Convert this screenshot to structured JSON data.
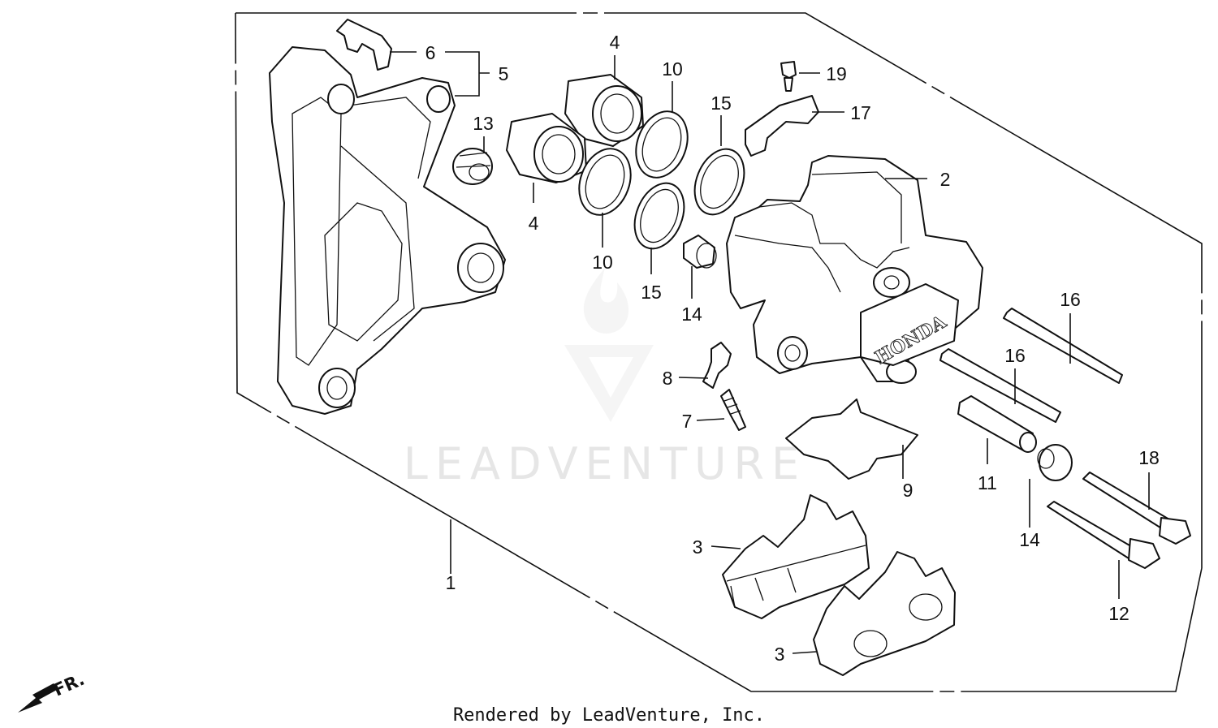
{
  "diagram": {
    "callouts": {
      "c1": "1",
      "c2": "2",
      "c3a": "3",
      "c3b": "3",
      "c4a": "4",
      "c4b": "4",
      "c5": "5",
      "c6": "6",
      "c7": "7",
      "c8": "8",
      "c9": "9",
      "c10a": "10",
      "c10b": "10",
      "c11": "11",
      "c12": "12",
      "c13": "13",
      "c14a": "14",
      "c14b": "14",
      "c15a": "15",
      "c15b": "15",
      "c16a": "16",
      "c16b": "16",
      "c17": "17",
      "c18": "18",
      "c19": "19"
    },
    "caliper_brand": "HONDA",
    "direction_label": "FR.",
    "watermark": "LEADVENTURE",
    "footer": "Rendered by LeadVenture, Inc.",
    "icons": [
      "direction-arrow-icon",
      "leadventure-logo-icon"
    ]
  }
}
